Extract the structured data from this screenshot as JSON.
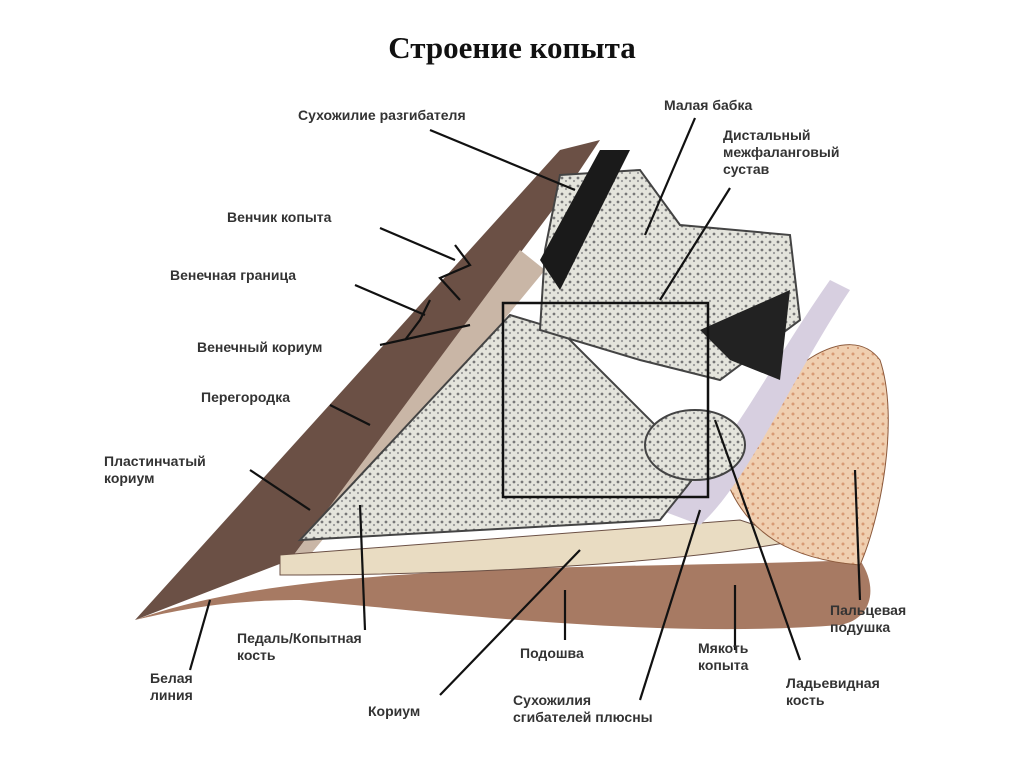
{
  "title": "Строение копыта",
  "labels": {
    "extensor_tendon": "Сухожилие разгибателя",
    "short_pastern": "Малая бабка",
    "dip_joint": [
      "Дистальный",
      "межфаланговый",
      "сустав"
    ],
    "coronet": "Венчик копыта",
    "coronary_border": "Венечная граница",
    "coronary_corium": "Венечный кориум",
    "septum": "Перегородка",
    "laminar_corium": [
      "Пластинчатый",
      "кориум"
    ],
    "coffin_bone": [
      "Педаль/Копытная",
      "кость"
    ],
    "white_line": [
      "Белая",
      "линия"
    ],
    "corium": "Кориум",
    "sole": "Подошва",
    "flexor_tendons": [
      "Сухожилия",
      "сгибателей плюсны"
    ],
    "frog": [
      "Мякоть",
      "копыта"
    ],
    "navicular_bone": [
      "Ладьевидная",
      "кость"
    ],
    "digital_cushion": [
      "Пальцевая",
      "подушка"
    ]
  }
}
